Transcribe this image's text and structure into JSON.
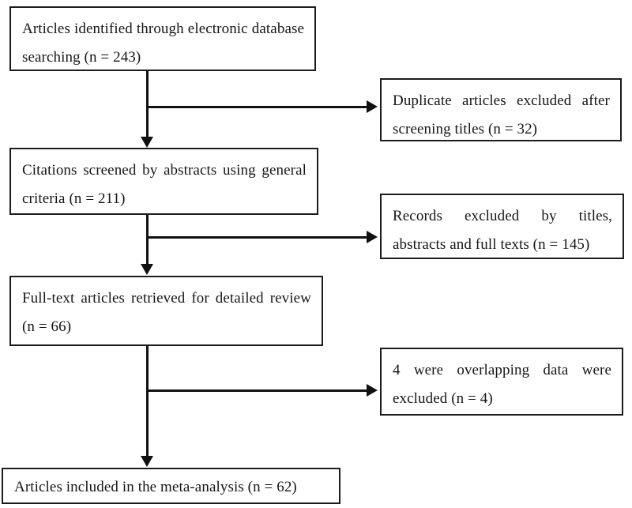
{
  "figure": {
    "type": "flowchart",
    "title": "PRISMA study selection flow diagram",
    "orientation": "top-to-bottom with right-side exclusion branches",
    "colors": {
      "box_border": "#1c1c1c",
      "connector": "#111111",
      "text": "#161616",
      "background": "#ffffff"
    }
  },
  "main_flow": [
    {
      "id": "identified",
      "text": "Articles identified through electronic database searching (n = 243)",
      "count": 243
    },
    {
      "id": "screened",
      "text": "Citations screened by abstracts using general criteria (n = 211)",
      "count": 211
    },
    {
      "id": "fulltext",
      "text": "Full-text articles retrieved for detailed review (n = 66)",
      "count": 66
    },
    {
      "id": "included",
      "text": "Articles included in the meta-analysis (n = 62)",
      "count": 62
    }
  ],
  "exclusions": [
    {
      "id": "duplicates",
      "text": "Duplicate articles excluded after screening titles (n = 32)",
      "count": 32
    },
    {
      "id": "records-excluded",
      "text": "Records excluded by titles, abstracts and full texts (n = 145)",
      "count": 145
    },
    {
      "id": "overlapping",
      "text": "4 were overlapping data were excluded (n = 4)",
      "count": 4
    }
  ]
}
